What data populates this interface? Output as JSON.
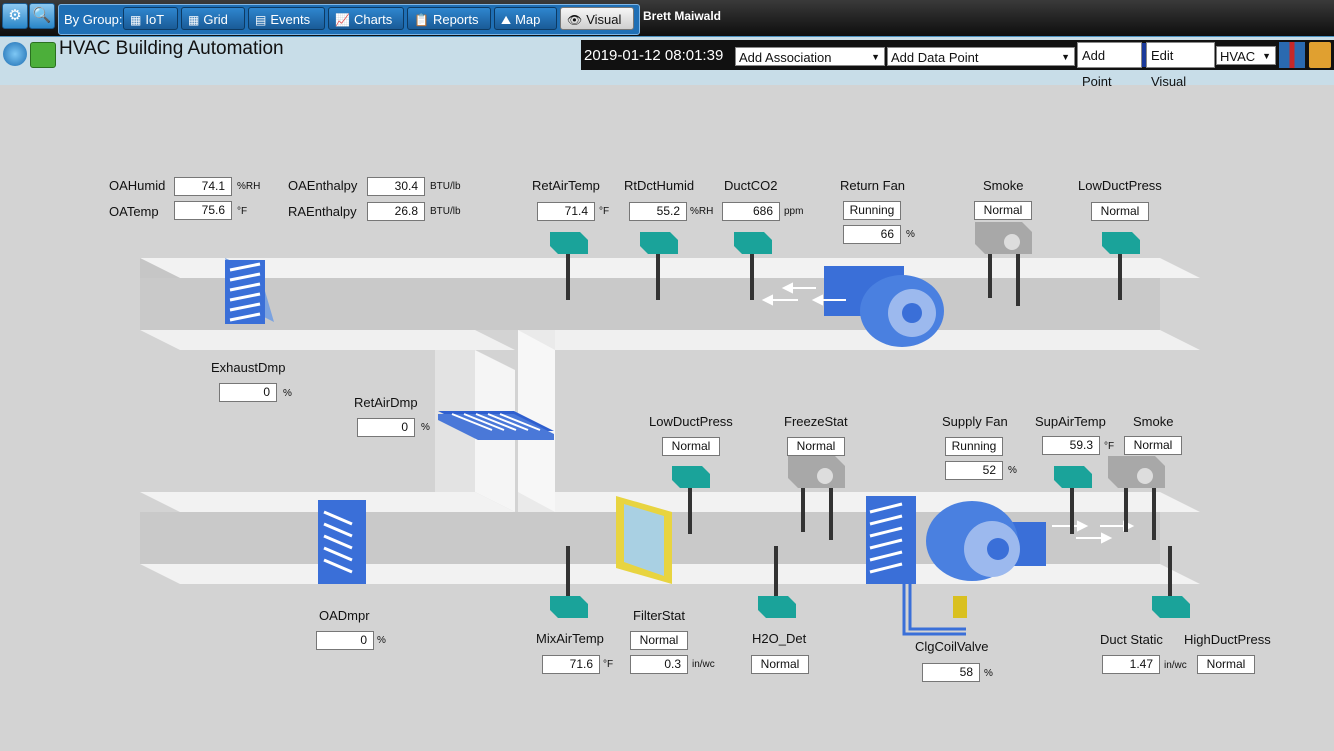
{
  "toolbar": {
    "group_label": "By Group:",
    "buttons": [
      {
        "label": "IoT",
        "icon": "iot-icon"
      },
      {
        "label": "Grid",
        "icon": "grid-icon"
      },
      {
        "label": "Events",
        "icon": "calendar-icon"
      },
      {
        "label": "Charts",
        "icon": "chart-icon"
      },
      {
        "label": "Reports",
        "icon": "clipboard-icon"
      },
      {
        "label": "Map",
        "icon": "map-icon"
      },
      {
        "label": "Visual",
        "icon": "eye-icon",
        "active": true
      }
    ],
    "user": "Brett Maiwald"
  },
  "header": {
    "title": "HVAC Building Automation",
    "datetime": "2019-01-12 08:01:39",
    "add_association": "Add Association",
    "add_data_point": "Add Data Point",
    "add_point_button": "Add Point",
    "edit_visual_button": "Edit Visual",
    "visual_select": "HVAC"
  },
  "points": {
    "oa_humid": {
      "label": "OAHumid",
      "value": "74.1",
      "unit": "%RH"
    },
    "oa_temp": {
      "label": "OATemp",
      "value": "75.6",
      "unit": "°F"
    },
    "oa_enthalpy": {
      "label": "OAEnthalpy",
      "value": "30.4",
      "unit": "BTU/lb"
    },
    "ra_enthalpy": {
      "label": "RAEnthalpy",
      "value": "26.8",
      "unit": "BTU/lb"
    },
    "ret_air_temp": {
      "label": "RetAirTemp",
      "value": "71.4",
      "unit": "°F"
    },
    "rt_dct_humid": {
      "label": "RtDctHumid",
      "value": "55.2",
      "unit": "%RH"
    },
    "duct_co2": {
      "label": "DuctCO2",
      "value": "686",
      "unit": "ppm"
    },
    "return_fan": {
      "label": "Return Fan",
      "status": "Running",
      "value": "66",
      "unit": "%"
    },
    "smoke_return": {
      "label": "Smoke",
      "status": "Normal"
    },
    "low_duct_press_return": {
      "label": "LowDuctPress",
      "status": "Normal"
    },
    "exhaust_dmp": {
      "label": "ExhaustDmp",
      "value": "0",
      "unit": "%"
    },
    "ret_air_dmp": {
      "label": "RetAirDmp",
      "value": "0",
      "unit": "%"
    },
    "low_duct_press_supply": {
      "label": "LowDuctPress",
      "status": "Normal"
    },
    "freeze_stat": {
      "label": "FreezeStat",
      "status": "Normal"
    },
    "supply_fan": {
      "label": "Supply Fan",
      "status": "Running",
      "value": "52",
      "unit": "%"
    },
    "sup_air_temp": {
      "label": "SupAirTemp",
      "value": "59.3",
      "unit": "°F"
    },
    "smoke_supply": {
      "label": "Smoke",
      "status": "Normal"
    },
    "oa_dmpr": {
      "label": "OADmpr",
      "value": "0",
      "unit": "%"
    },
    "mix_air_temp": {
      "label": "MixAirTemp",
      "value": "71.6",
      "unit": "°F"
    },
    "filter_stat": {
      "label": "FilterStat",
      "status": "Normal",
      "value": "0.3",
      "unit": "in/wc"
    },
    "h2o_det": {
      "label": "H2O_Det",
      "status": "Normal"
    },
    "clg_coil_valve": {
      "label": "ClgCoilValve",
      "value": "58",
      "unit": "%"
    },
    "duct_static": {
      "label": "Duct Static",
      "value": "1.47",
      "unit": "in/wc"
    },
    "high_duct_press": {
      "label": "HighDuctPress",
      "status": "Normal"
    }
  }
}
